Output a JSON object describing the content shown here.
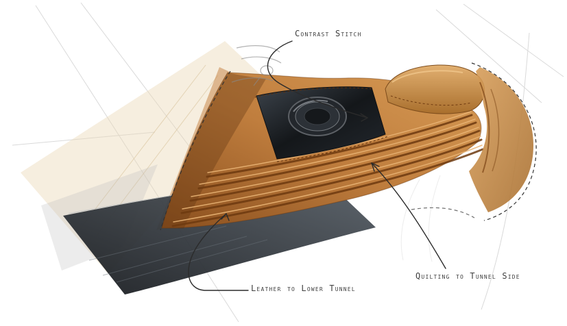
{
  "annotations": {
    "contrast_stitch": {
      "label": "Contrast Stitch"
    },
    "leather_lower_tunnel": {
      "label": "Leather to Lower Tunnel"
    },
    "quilting_tunnel_side": {
      "label": "Quilting to Tunnel Side"
    }
  },
  "colors": {
    "background": "#ffffff",
    "leather_light": "#dfa968",
    "leather_mid": "#c07e3e",
    "leather_dark": "#7c4a1c",
    "trim_dark": "#1c2024",
    "screen_dark": "#14171a",
    "annotation_line": "#2b2b2b",
    "construction_line": "#c9c9c9"
  }
}
